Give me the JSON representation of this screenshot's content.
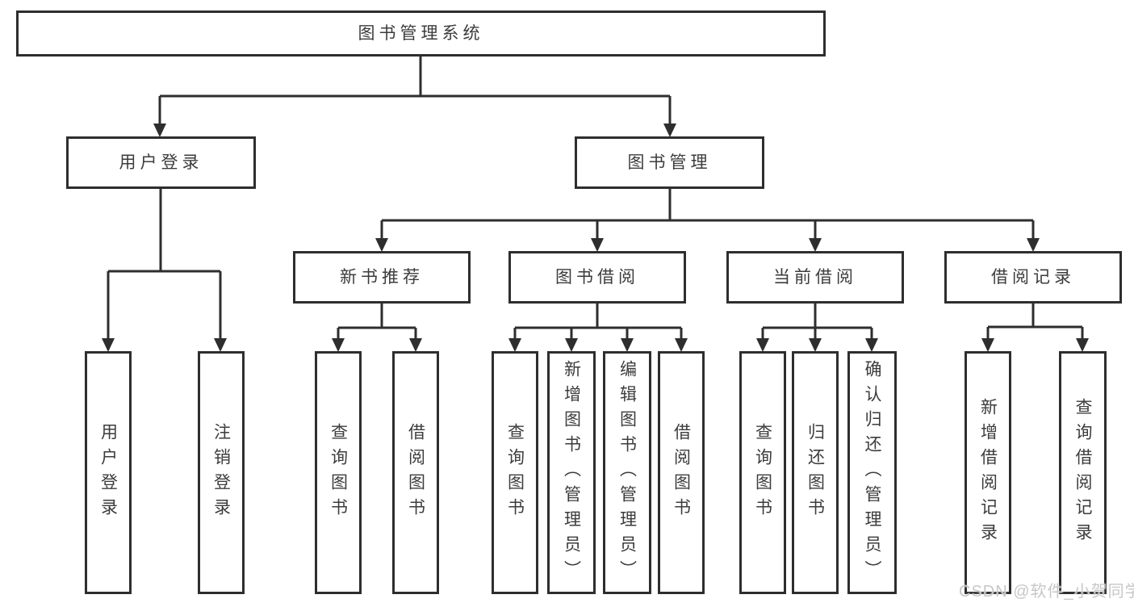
{
  "diagram_type": "hierarchy-org-chart",
  "colors": {
    "line": "#2e2e2e",
    "text": "#3c3c3c",
    "background": "#ffffff",
    "watermark": "#c7c7c7"
  },
  "tree": {
    "label": "图书管理系统",
    "children": [
      {
        "label": "用户登录",
        "children": [
          {
            "label": "用户登录"
          },
          {
            "label": "注销登录"
          }
        ]
      },
      {
        "label": "图书管理",
        "children": [
          {
            "label": "新书推荐",
            "children": [
              {
                "label": "查询图书"
              },
              {
                "label": "借阅图书"
              }
            ]
          },
          {
            "label": "图书借阅",
            "children": [
              {
                "label": "查询图书"
              },
              {
                "label": "新增图书（管理员）"
              },
              {
                "label": "编辑图书（管理员）"
              },
              {
                "label": "借阅图书"
              }
            ]
          },
          {
            "label": "当前借阅",
            "children": [
              {
                "label": "查询图书"
              },
              {
                "label": "归还图书"
              },
              {
                "label": "确认归还（管理员）"
              }
            ]
          },
          {
            "label": "借阅记录",
            "children": [
              {
                "label": "新增借阅记录"
              },
              {
                "label": "查询借阅记录"
              }
            ]
          }
        ]
      }
    ]
  },
  "watermark": {
    "text": "CSDN @软件_小贺同学"
  }
}
